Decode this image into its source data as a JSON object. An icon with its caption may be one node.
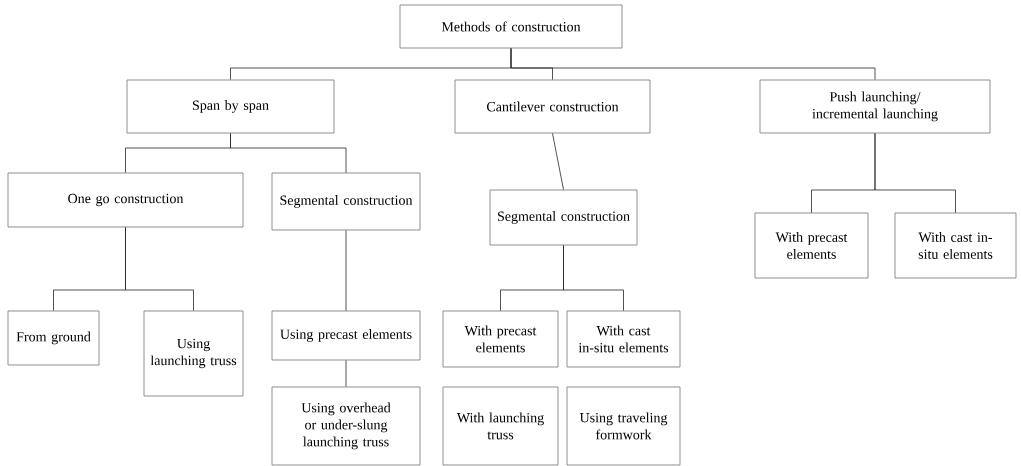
{
  "diagram": {
    "nodes": [
      {
        "text": [
          "Methods of construction"
        ]
      },
      {
        "text": [
          "Span by span"
        ]
      },
      {
        "text": [
          "Cantilever construction"
        ]
      },
      {
        "text": [
          "Push launching/ incremental launching"
        ]
      },
      {
        "text": [
          "One go construction"
        ]
      },
      {
        "text": [
          "Segmental construction"
        ]
      },
      {
        "text": [
          "Segmental construction"
        ]
      },
      {
        "text": [
          "With precast elements"
        ]
      },
      {
        "text": [
          "With cast in-situ elements"
        ]
      },
      {
        "text": [
          "From ground"
        ]
      },
      {
        "text": [
          "Using launching truss"
        ]
      },
      {
        "text": [
          "Using precast elements"
        ]
      },
      {
        "text": [
          "Using overhead or under-slung launching truss"
        ]
      },
      {
        "text": [
          "With precast elements"
        ]
      },
      {
        "text": [
          "With cast in-situ elements"
        ]
      },
      {
        "text": [
          "With launching truss"
        ]
      },
      {
        "text": [
          "Using traveling formwork"
        ]
      }
    ],
    "edges": [
      {
        "from": 0,
        "to": 1,
        "arrow": "none"
      },
      {
        "from": 0,
        "to": 2,
        "arrow": "none"
      },
      {
        "from": 0,
        "to": 3,
        "arrow": "none"
      },
      {
        "from": 1,
        "to": 4,
        "arrow": "none"
      },
      {
        "from": 1,
        "to": 5,
        "arrow": "none"
      },
      {
        "from": 3,
        "to": 7,
        "arrow": "none"
      },
      {
        "from": 3,
        "to": 8,
        "arrow": "none"
      },
      {
        "from": 2,
        "to": 6,
        "arrow": "none"
      },
      {
        "from": 4,
        "to": 9,
        "arrow": "none"
      },
      {
        "from": 4,
        "to": 10,
        "arrow": "none"
      },
      {
        "from": 5,
        "to": 11,
        "arrow": "none"
      },
      {
        "from": 11,
        "to": 12,
        "arrow": "none"
      },
      {
        "from": 6,
        "to": 13,
        "arrow": "none"
      },
      {
        "from": 6,
        "to": 14,
        "arrow": "none"
      }
    ]
  }
}
